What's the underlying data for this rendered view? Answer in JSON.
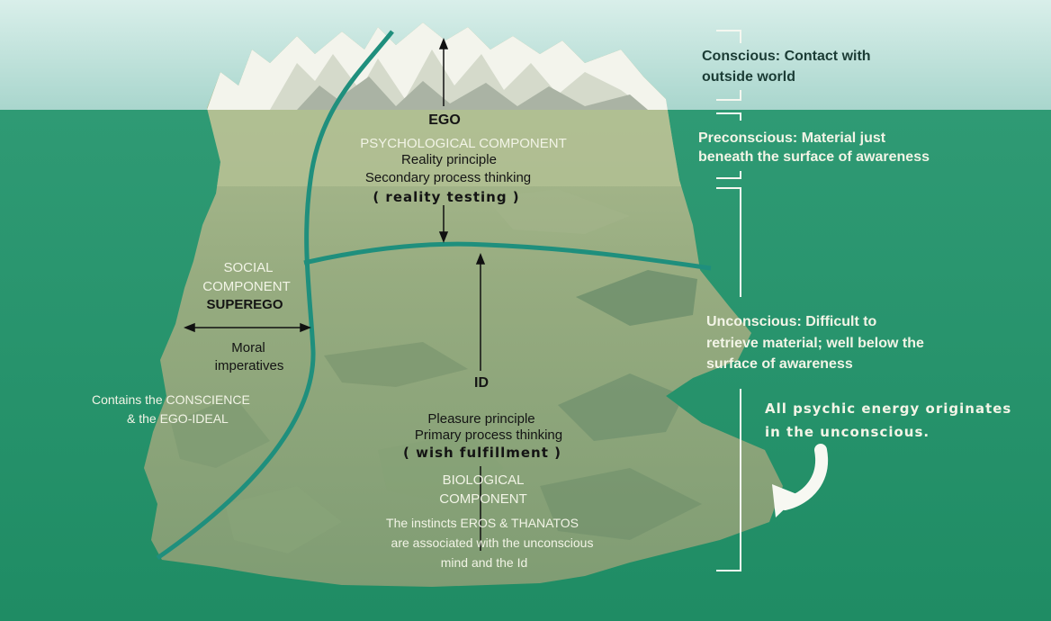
{
  "levels": {
    "conscious": "Conscious: Contact with outside world",
    "conscious_line1": "Conscious: Contact with",
    "conscious_line2": "outside world",
    "preconscious_line1": "Preconscious: Material just",
    "preconscious_line2": "beneath the surface of awareness",
    "unconscious_line1": "Unconscious: Difficult to",
    "unconscious_line2": "retrieve material; well below the",
    "unconscious_line3": "surface of awareness"
  },
  "ego": {
    "title": "EGO",
    "component": "PSYCHOLOGICAL COMPONENT",
    "principle": "Reality principle",
    "thinking": "Secondary process thinking",
    "testing": "( reality testing )"
  },
  "superego": {
    "component_line1": "SOCIAL",
    "component_line2": "COMPONENT",
    "title": "SUPEREGO",
    "moral_line1": "Moral",
    "moral_line2": "imperatives",
    "conscience_line1": "Contains the CONSCIENCE",
    "conscience_line2": "& the EGO-IDEAL"
  },
  "id": {
    "title": "ID",
    "principle": "Pleasure principle",
    "thinking": "Primary process  thinking",
    "wish": "( wish fulfillment )",
    "component_line1": "BIOLOGICAL",
    "component_line2": "COMPONENT",
    "instincts_line1": "The instincts EROS & THANATOS",
    "instincts_line2": "are associated with the unconscious",
    "instincts_line3": "mind and the Id"
  },
  "energy_note": {
    "line1": "All psychic energy originates",
    "line2": "in the unconscious."
  },
  "colors": {
    "sky": "#b9ddd6",
    "water": "#2f9a72",
    "iceberg": "#98ae82",
    "divider": "#1f8f7d",
    "label_light": "#f2f4e6",
    "label_dark": "#141414"
  }
}
